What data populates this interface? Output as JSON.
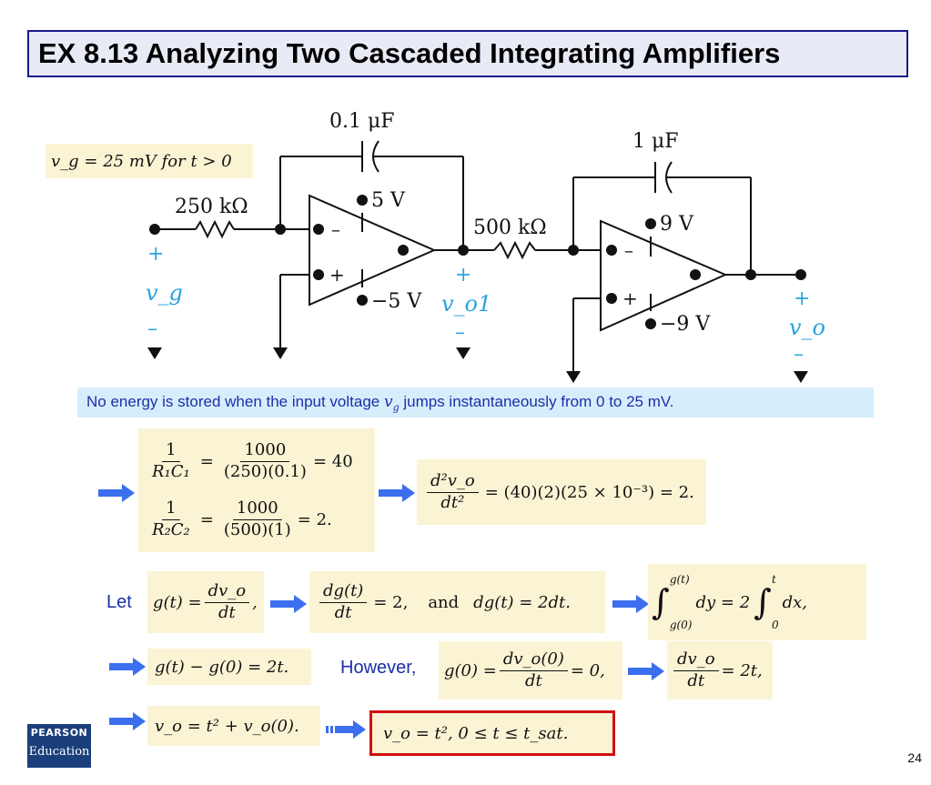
{
  "title": "EX 8.13 Analyzing Two Cascaded Integrating Amplifiers",
  "input_spec": "v_g = 25 mV for t > 0",
  "circuit": {
    "c1": "0.1 μF",
    "c2": "1 μF",
    "r1": "250 kΩ",
    "r2": "500 kΩ",
    "opamp1_pos_supply": "5 V",
    "opamp1_neg_supply": "−5 V",
    "opamp2_pos_supply": "9 V",
    "opamp2_neg_supply": "−9 V",
    "vg_label": "v_g",
    "vo1_label": "v_o1",
    "vo_label": "v_o",
    "plus": "+",
    "minus": "–"
  },
  "note": {
    "before": "No energy is stored when the input voltage ",
    "symbol": "v",
    "sub": "g",
    "after": " jumps instantaneously from 0 to 25 mV."
  },
  "equations": {
    "rc1": {
      "num": "1",
      "den": "R₁C₁",
      "num2": "1000",
      "den2": "(250)(0.1)",
      "result": "= 40"
    },
    "rc2": {
      "num": "1",
      "den": "R₂C₂",
      "num2": "1000",
      "den2": "(500)(1)",
      "result": "= 2."
    },
    "second_deriv": {
      "num": "d²v_o",
      "den": "dt²",
      "rhs": "= (40)(2)(25 × 10⁻³) = 2."
    },
    "let_label": "Let",
    "g_def": {
      "lhs": "g(t) =",
      "num": "dv_o",
      "den": "dt",
      "tail": ","
    },
    "dg": {
      "num": "dg(t)",
      "den": "dt",
      "rhs": "= 2,",
      "and": "and",
      "rhs2": "dg(t) = 2dt."
    },
    "integral": {
      "upper1": "g(t)",
      "lower1": "g(0)",
      "body1": "dy = 2",
      "upper2": "t",
      "lower2": "0",
      "body2": "dx,"
    },
    "g_diff": "g(t) − g(0) = 2t.",
    "however_label": "However,",
    "g0": {
      "lhs": "g(0) =",
      "num": "dv_o(0)",
      "den": "dt",
      "rhs": "= 0,"
    },
    "dvo": {
      "num": "dv_o",
      "den": "dt",
      "rhs": "= 2t,"
    },
    "vo_general": "v_o = t² + v_o(0).",
    "vo_final": "v_o = t²,    0 ≤ t ≤ t_sat."
  },
  "logo": {
    "top": "PEARSON",
    "bottom": "Education"
  },
  "page_number": "24",
  "colors": {
    "title_border": "#1a1a8c",
    "accent_blue": "#1c2fa8",
    "arrow_blue": "#3b6ff0",
    "highlight": "#fbf4d4",
    "note_bg": "#d6eefb",
    "result_border": "#d01010",
    "circuit_label_blue": "#29a3df"
  }
}
